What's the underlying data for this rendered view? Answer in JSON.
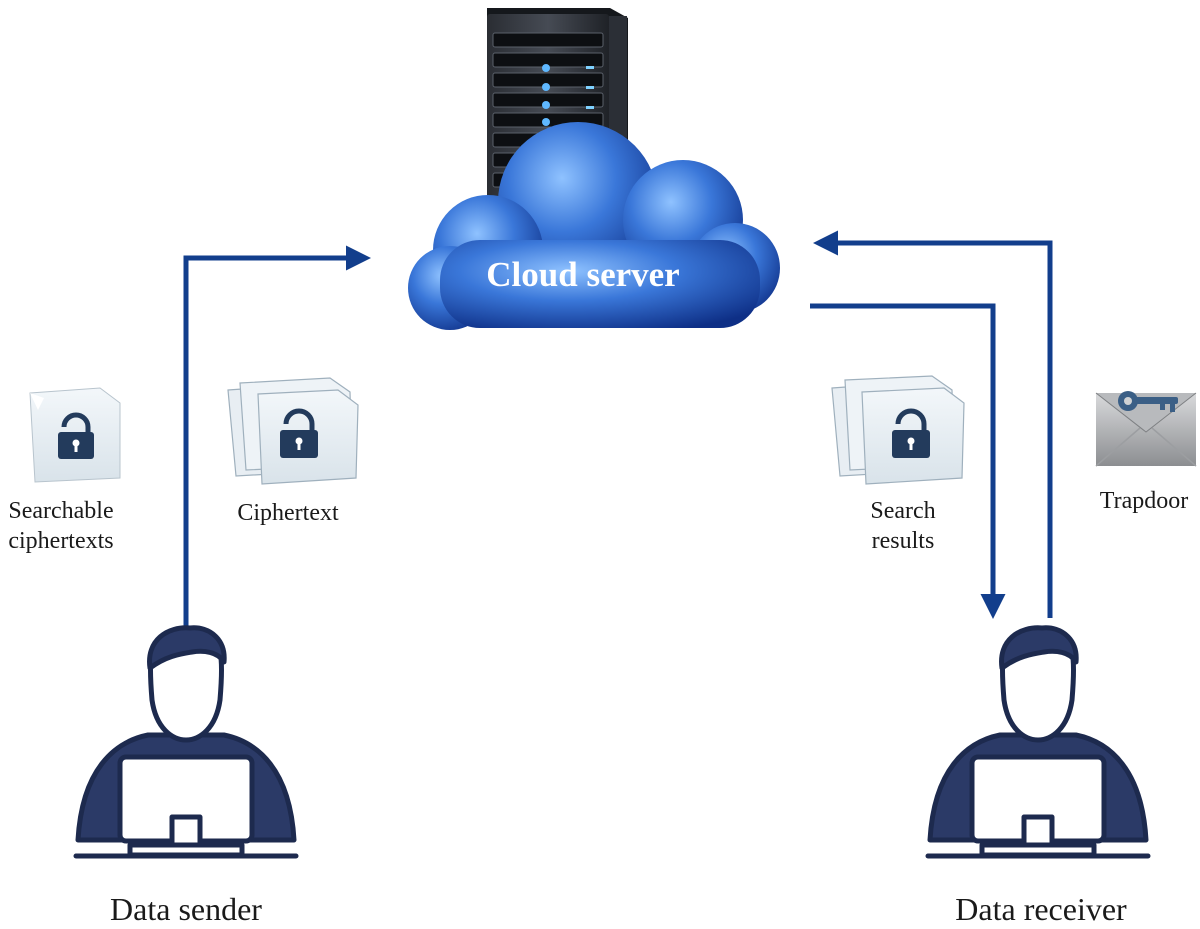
{
  "diagram": {
    "server_label": "Cloud server",
    "sender_label": "Data sender",
    "receiver_label": "Data receiver",
    "searchable_label": [
      "Searchable",
      "ciphertexts"
    ],
    "ciphertext_label": "Ciphertext",
    "results_label": [
      "Search",
      "results"
    ],
    "trapdoor_label": "Trapdoor"
  },
  "colors": {
    "arrow": "#123E8C",
    "person": "#2B3A67",
    "cloud": "#2E63C8",
    "document": "#E6EEF4"
  },
  "icons": [
    "server-rack-icon",
    "cloud-icon",
    "lock-document-icon",
    "document-stack-icon",
    "key-envelope-icon",
    "person-at-computer-icon"
  ]
}
